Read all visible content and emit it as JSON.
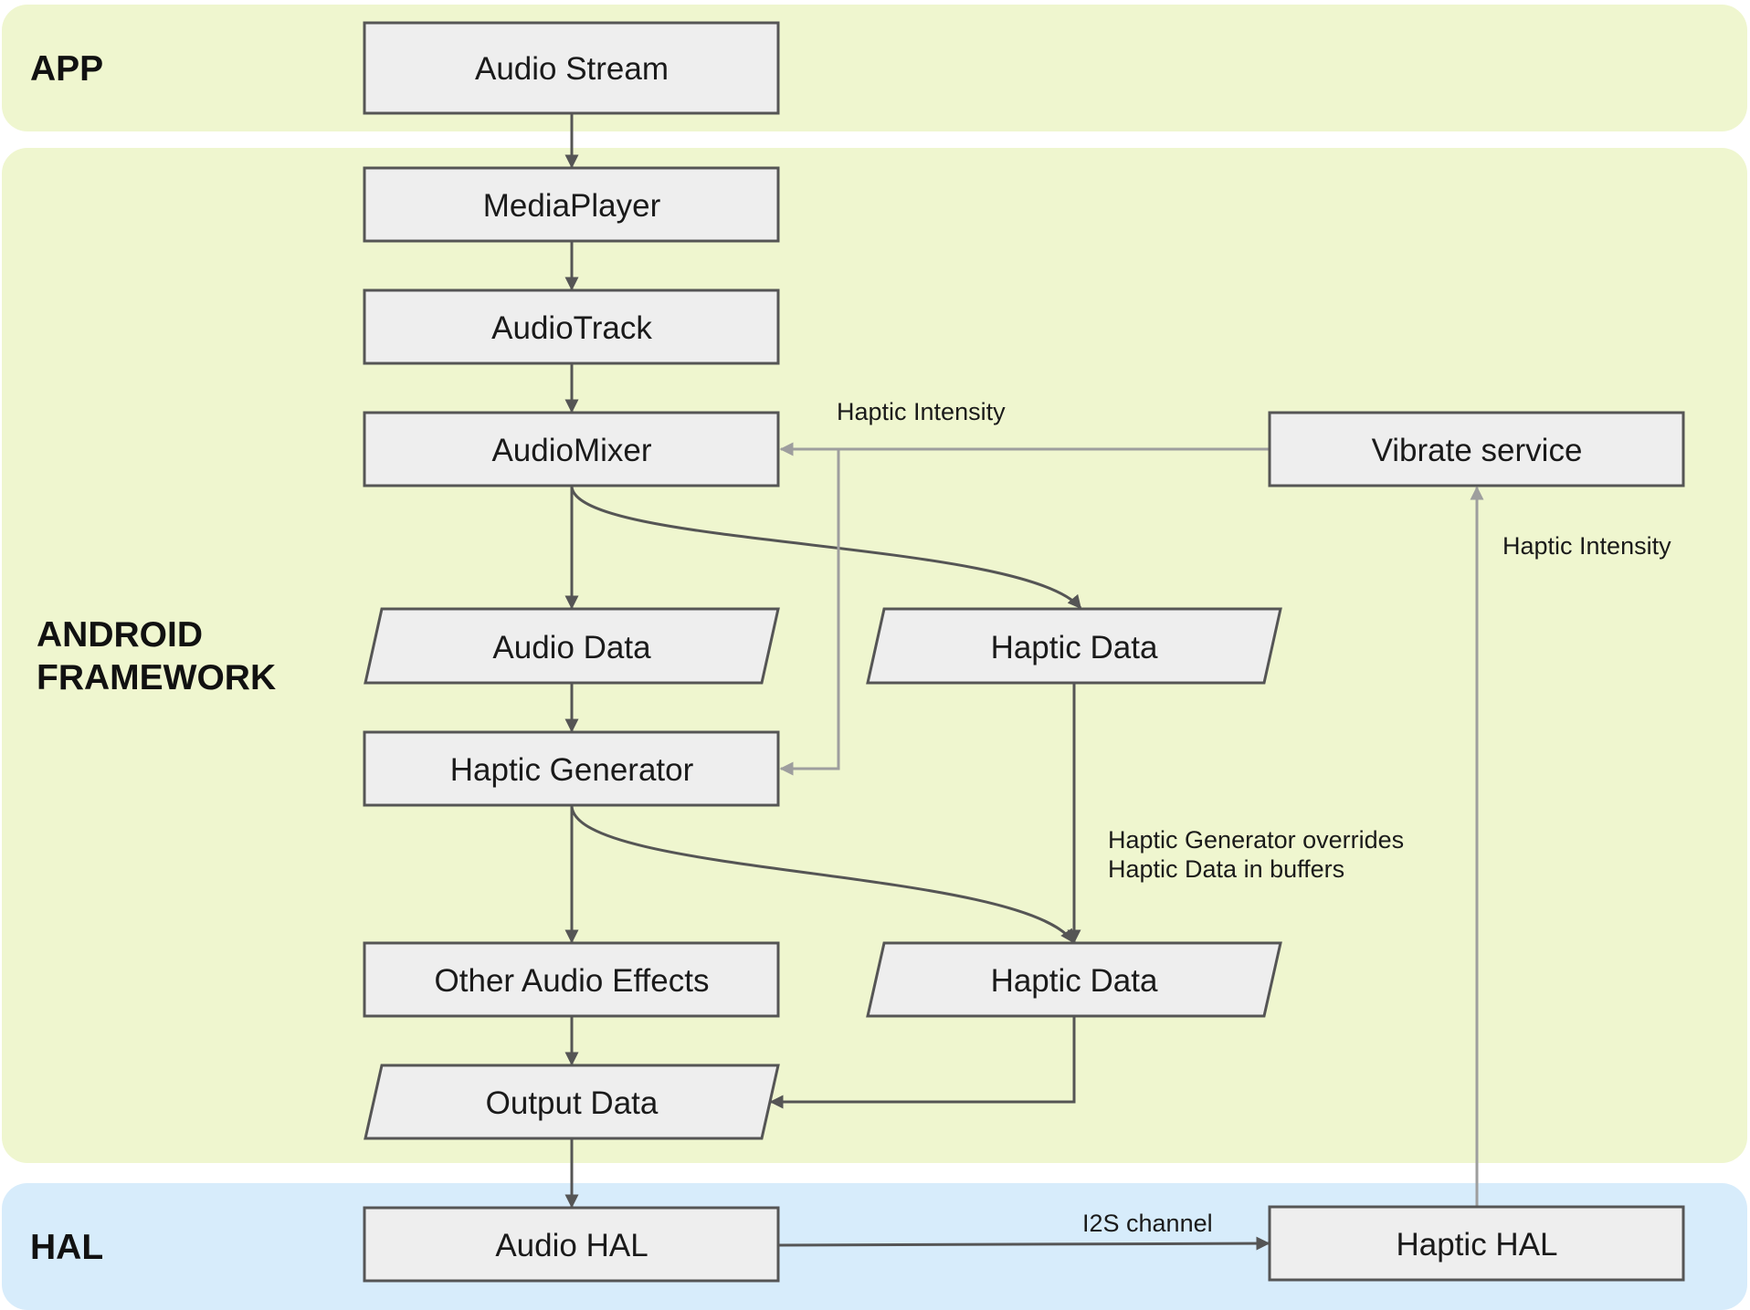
{
  "lanes": {
    "app": "APP",
    "framework_line1": "ANDROID",
    "framework_line2": "FRAMEWORK",
    "hal": "HAL"
  },
  "nodes": {
    "audio_stream": "Audio Stream",
    "media_player": "MediaPlayer",
    "audio_track": "AudioTrack",
    "audio_mixer": "AudioMixer",
    "vibrate_service": "Vibrate service",
    "audio_data": "Audio Data",
    "haptic_data_1": "Haptic Data",
    "haptic_generator": "Haptic Generator",
    "other_audio_effects": "Other Audio Effects",
    "haptic_data_2": "Haptic Data",
    "output_data": "Output Data",
    "audio_hal": "Audio HAL",
    "haptic_hal": "Haptic HAL"
  },
  "edge_labels": {
    "haptic_intensity_top": "Haptic Intensity",
    "haptic_intensity_right": "Haptic Intensity",
    "override_line1": "Haptic Generator overrides",
    "override_line2": "Haptic Data in buffers",
    "i2s_channel": "I2S channel"
  },
  "colors": {
    "lane_green": "#eff6cf",
    "lane_blue": "#d7ecfb",
    "node_fill": "#eeeeee",
    "node_stroke": "#555555",
    "arrow_dark": "#555555",
    "arrow_light": "#9e9e9e"
  }
}
